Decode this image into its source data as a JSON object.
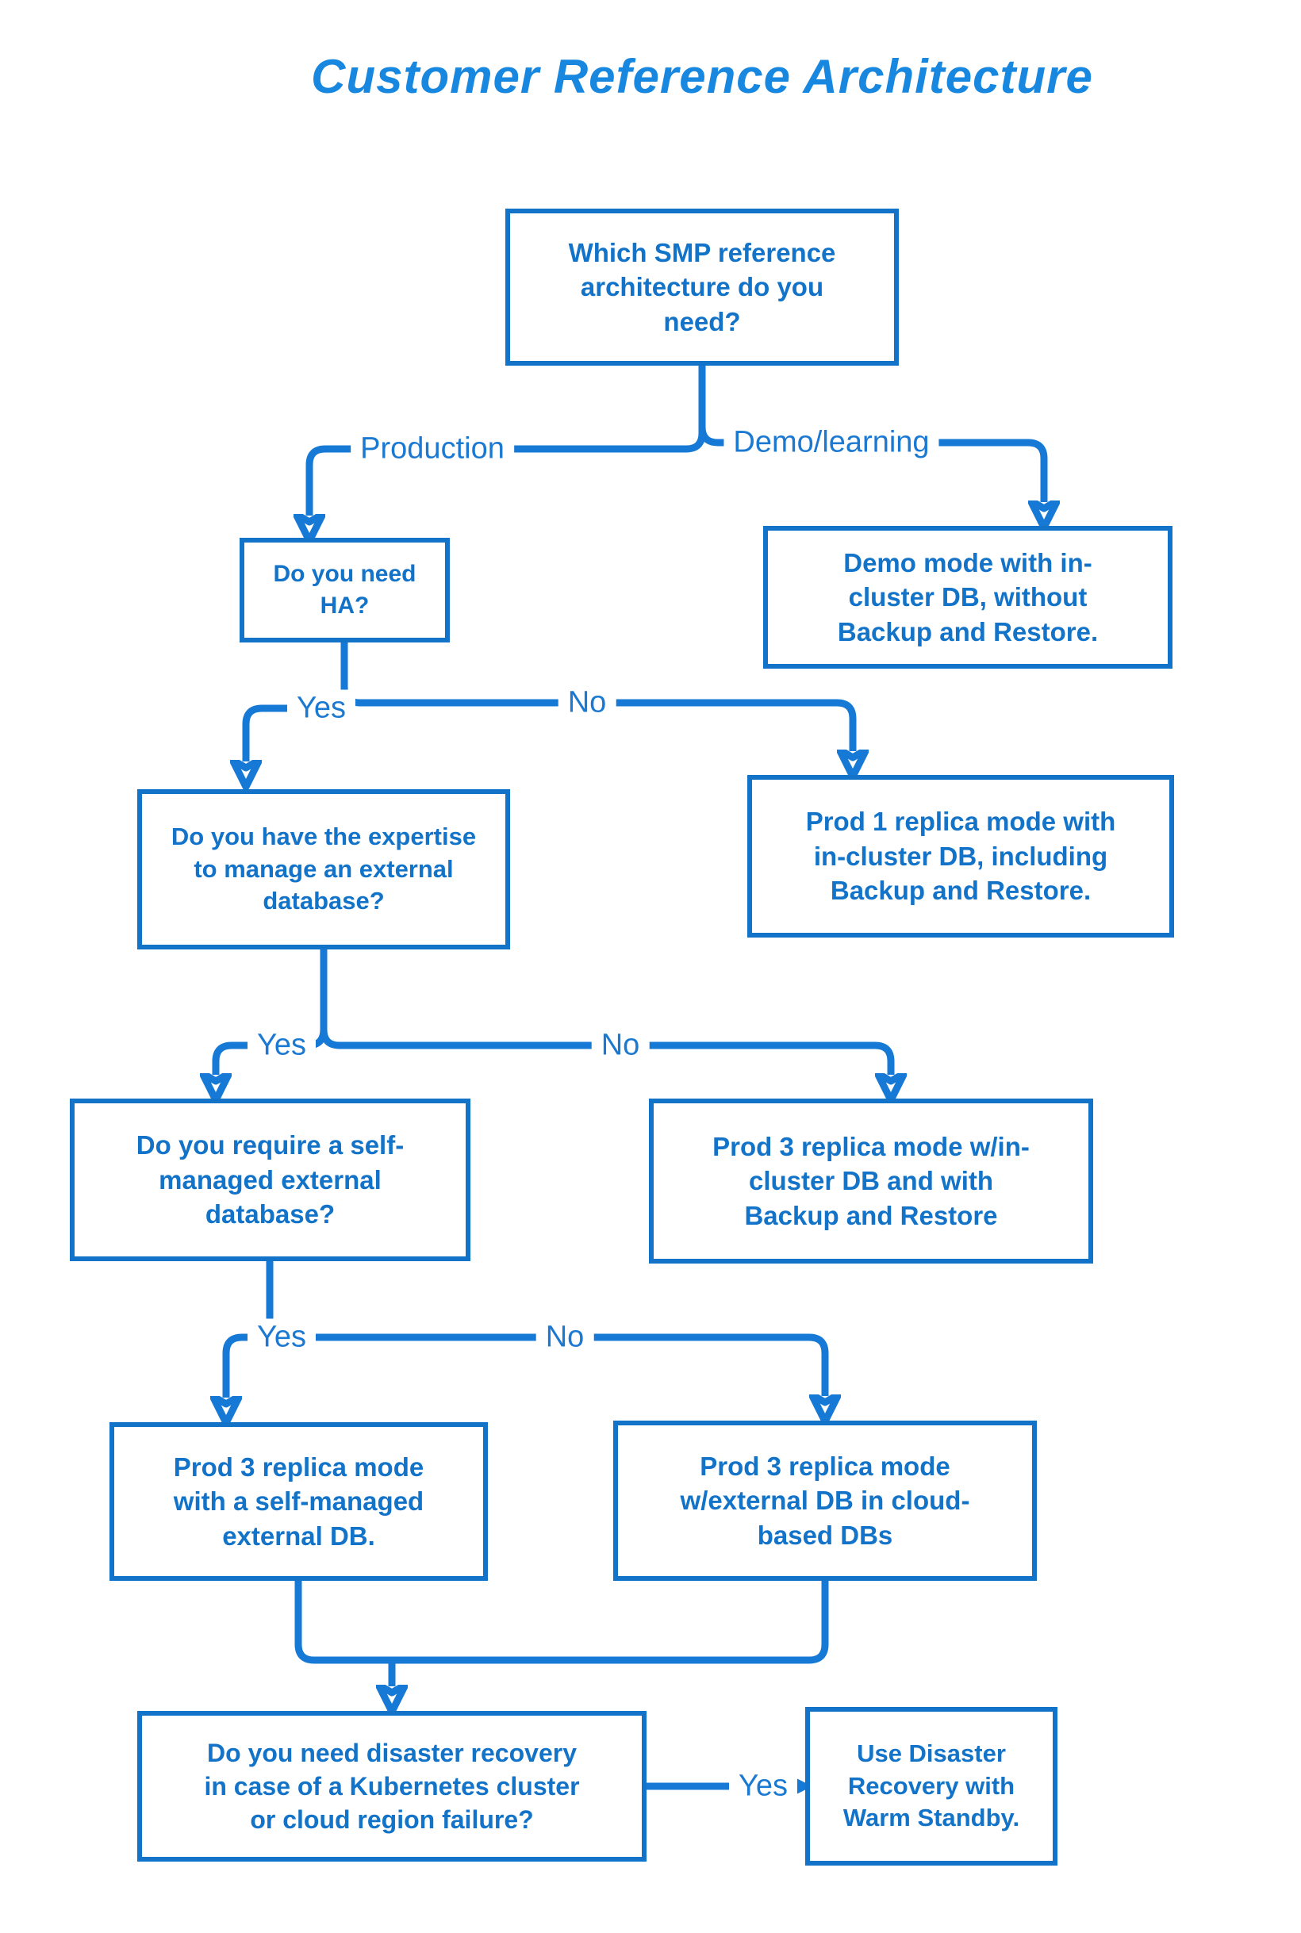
{
  "title": "Customer Reference Architecture",
  "colors": {
    "box_border": "#1273c8",
    "box_text": "#1273c8",
    "connector": "#1779d6",
    "title_text": "#1787df",
    "background": "#ffffff"
  },
  "labels": {
    "production": "Production",
    "demo_learning": "Demo/learning",
    "yes": "Yes",
    "no": "No"
  },
  "nodes": {
    "q_which": {
      "text": "Which SMP reference\narchitecture do you\nneed?"
    },
    "demo_mode": {
      "text": "Demo mode with in-\ncluster DB, without\nBackup and Restore."
    },
    "q_ha": {
      "text": "Do you need HA?"
    },
    "prod1_incluster": {
      "text": "Prod 1 replica mode with\nin-cluster DB, including\nBackup and Restore."
    },
    "q_expertise": {
      "text": "Do you have the expertise\nto manage an external\ndatabase?"
    },
    "q_selfmanaged": {
      "text": "Do you require a self-\nmanaged external\ndatabase?"
    },
    "prod3_incluster": {
      "text": "Prod 3 replica mode w/in-\ncluster DB and with\nBackup and Restore"
    },
    "prod3_selfmanaged": {
      "text": "Prod 3 replica mode\nwith a self-managed\nexternal DB."
    },
    "prod3_cloud": {
      "text": "Prod 3 replica mode\nw/external DB in cloud-\nbased DBs"
    },
    "q_disaster": {
      "text": "Do you need disaster recovery\nin case of a Kubernetes cluster\nor cloud region failure?"
    },
    "warm_standby": {
      "text": "Use Disaster\nRecovery with\nWarm Standby."
    }
  }
}
